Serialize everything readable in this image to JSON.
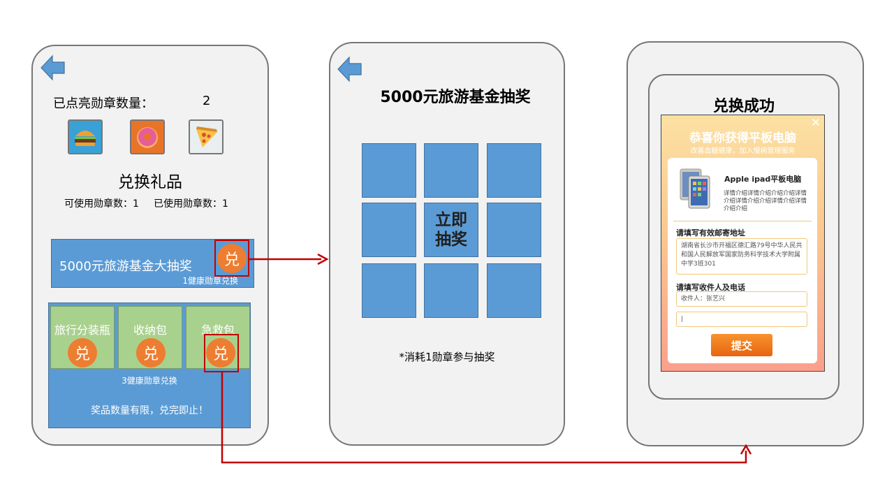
{
  "screen1": {
    "badge_count_label": "已点亮勋章数量：",
    "badge_count_value": "2",
    "badge_icons": [
      "burger-icon",
      "donut-icon",
      "pizza-icon"
    ],
    "section_title": "兑换礼品",
    "usable_label": "可使用勋章数：1",
    "used_label": "已使用勋章数：1",
    "lottery_card": {
      "title": "5000元旅游基金大抽奖",
      "cost_label": "1健康勋章兑换",
      "redeem_label": "兑"
    },
    "gift_items": [
      {
        "label": "旅行分装瓶",
        "redeem_label": "兑"
      },
      {
        "label": "收纳包",
        "redeem_label": "兑"
      },
      {
        "label": "急救包",
        "redeem_label": "兑"
      }
    ],
    "gift_cost_label": "3健康勋章兑换",
    "limited_notice": "奖品数量有限，兑完即止！"
  },
  "screen2": {
    "title": "5000元旅游基金抽奖",
    "draw_button": "立即抽奖",
    "draw_line1": "立即",
    "draw_line2": "抽奖",
    "note": "*消耗1勋章参与抽奖"
  },
  "screen3": {
    "title": "兑换成功",
    "banner_title": "恭喜你获得平板电脑",
    "banner_subtitle": "改善血糖健康，加入慢病管理服务",
    "close_label": "✕",
    "product_name": "Apple ipad平板电脑",
    "product_desc": "详情介绍详情介绍介绍介绍详情介绍详情介绍介绍详情介绍详情介绍介绍",
    "address_label": "请填写有效邮寄地址",
    "address_value": "湖南省长沙市开福区德汇路79号中华人民共和国人民解放军国家防务科学技术大学附属中学3班301",
    "recipient_label": "请填写收件人及电话",
    "recipient_value": "收件人：张艺兴",
    "phone_value": "|",
    "submit_label": "提交"
  },
  "colors": {
    "phone_bg": "#f2f2f2",
    "card_blue": "#5b9bd5",
    "gift_green": "#a9d18e",
    "redeem_orange": "#ed7d31",
    "arrow_red": "#c00000",
    "back_arrow": "#5b9bd5"
  }
}
